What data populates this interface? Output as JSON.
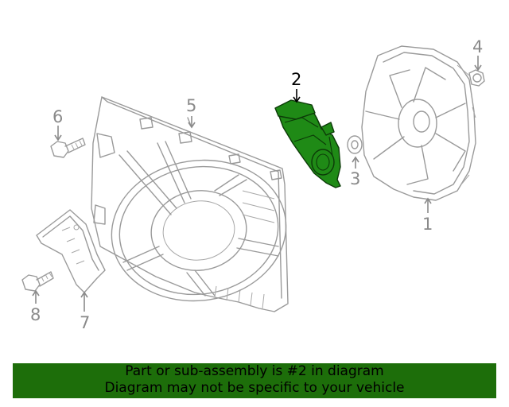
{
  "diagram": {
    "callouts": [
      {
        "label": "1",
        "active": false
      },
      {
        "label": "2",
        "active": true
      },
      {
        "label": "3",
        "active": false
      },
      {
        "label": "4",
        "active": false
      },
      {
        "label": "5",
        "active": false
      },
      {
        "label": "6",
        "active": false
      },
      {
        "label": "7",
        "active": false
      },
      {
        "label": "8",
        "active": false
      }
    ],
    "highlight_color": "#1f8a16",
    "outline_color": "#9a9a9a"
  },
  "banner": {
    "line1": "Part or sub-assembly is #2 in diagram",
    "line2": "Diagram may not be specific to your vehicle",
    "background": "#1d6e0a"
  }
}
